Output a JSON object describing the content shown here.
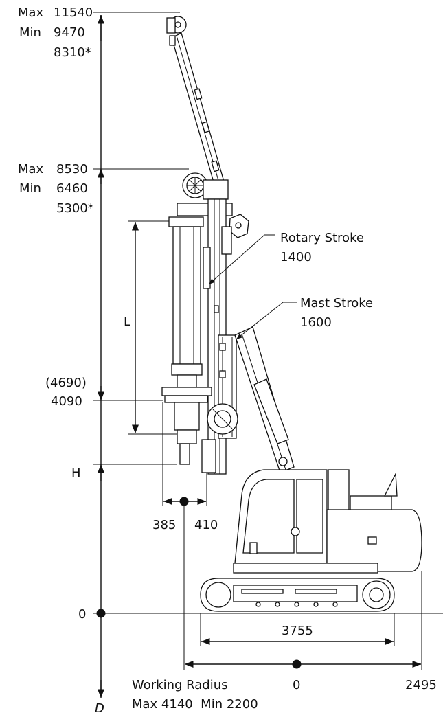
{
  "diagram": {
    "left_dims": {
      "top_max_label": "Max",
      "top_max_value": "11540",
      "top_min_label": "Min",
      "top_min_value": "9470",
      "top_alt_value": "8310*",
      "mid_max_label": "Max",
      "mid_max_value": "8530",
      "mid_min_label": "Min",
      "mid_min_value": "6460",
      "mid_alt_value": "5300*",
      "low_paren_value": "(4690)",
      "low_value": "4090",
      "h_label": "H",
      "zero_label": "0",
      "d_label": "D"
    },
    "stroke_length_label": "L",
    "callouts": {
      "rotary_title": "Rotary Stroke",
      "rotary_value": "1400",
      "mast_title": "Mast Stroke",
      "mast_value": "1600"
    },
    "offsets": {
      "left_value": "385",
      "right_value": "410"
    },
    "bottom": {
      "track_length": "3755",
      "radius_zero": "0",
      "tail_value": "2495",
      "working_radius_title": "Working Radius",
      "working_radius_range": "Max 4140  Min 2200"
    }
  }
}
